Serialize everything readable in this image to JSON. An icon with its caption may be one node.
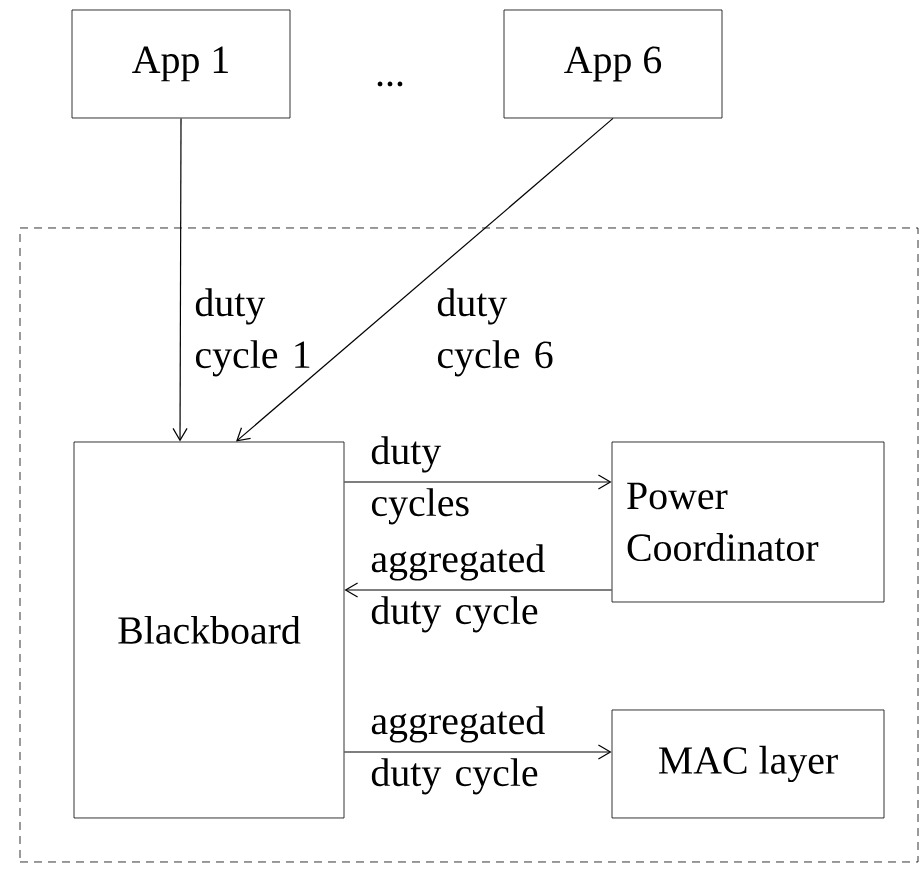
{
  "diagram": {
    "nodes": [
      {
        "text": [
          "App 1"
        ]
      },
      {
        "text": [
          "App 6"
        ]
      },
      {
        "text": [],
        "shape": "box"
      },
      {
        "text": [
          "Blackboard"
        ],
        "in": 2
      },
      {
        "text": [
          "Power Coordinator"
        ],
        "in": 2
      },
      {
        "text": [
          "MAC layer"
        ],
        "in": 2
      }
    ],
    "edges": [
      {
        "from": 0,
        "to": 3,
        "arrow": "to",
        "label": "duty cycle 1"
      },
      {
        "from": 1,
        "to": 3,
        "arrow": "to",
        "label": "duty cycle 6"
      },
      {
        "from": 3,
        "to": 4,
        "arrow": "to",
        "label": "duty cycles"
      },
      {
        "from": 4,
        "to": 3,
        "arrow": "to",
        "label": "aggregated duty cycle"
      },
      {
        "from": 3,
        "to": 5,
        "arrow": "to",
        "label": "aggregated duty cycle"
      }
    ],
    "labels": [
      "..."
    ]
  }
}
